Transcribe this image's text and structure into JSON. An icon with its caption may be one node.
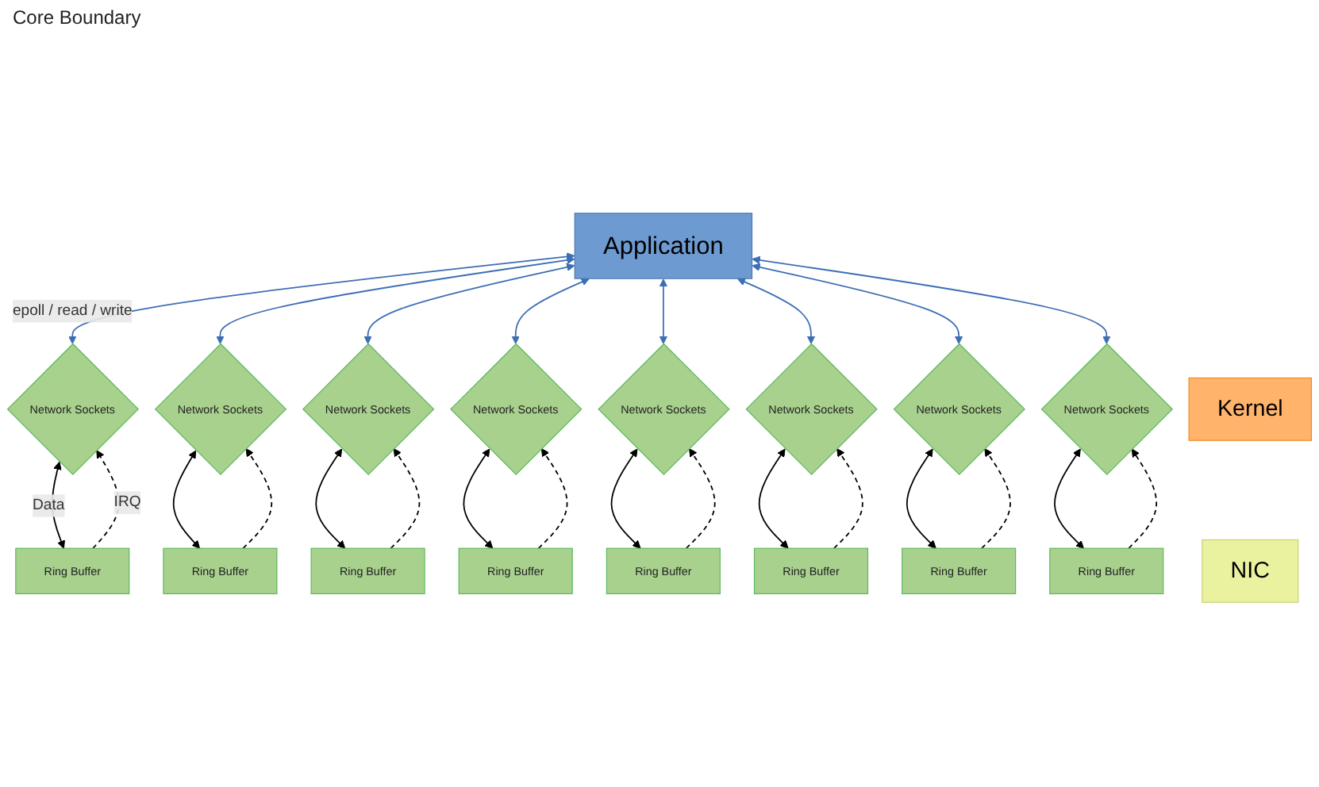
{
  "diagram": {
    "nodes": [
      {
        "text": [
          "Application"
        ]
      },
      {
        "text": [
          "Kernel"
        ]
      },
      {
        "text": [
          "NIC"
        ]
      },
      {
        "text": [
          "Network Sockets"
        ]
      },
      {
        "text": [
          "Network Sockets"
        ]
      },
      {
        "text": [
          "Network Sockets"
        ]
      },
      {
        "text": [
          "Network Sockets"
        ]
      },
      {
        "text": [
          "Network Sockets"
        ]
      },
      {
        "text": [
          "Network Sockets"
        ]
      },
      {
        "text": [
          "Network Sockets"
        ]
      },
      {
        "text": [
          "Network Sockets"
        ]
      },
      {
        "text": [
          "Ring Buffer"
        ]
      },
      {
        "text": [
          "Ring Buffer"
        ]
      },
      {
        "text": [
          "Ring Buffer"
        ]
      },
      {
        "text": [
          "Ring Buffer"
        ]
      },
      {
        "text": [
          "Ring Buffer"
        ]
      },
      {
        "text": [
          "Ring Buffer"
        ]
      },
      {
        "text": [
          "Ring Buffer"
        ]
      },
      {
        "text": [
          "Ring Buffer"
        ]
      }
    ],
    "edges": [
      {
        "from": 0,
        "to": 3,
        "arrow": "both",
        "label": "epoll / read / write",
        "color": "#3d6eb5"
      },
      {
        "from": 0,
        "to": 4,
        "arrow": "both",
        "color": "#3d6eb5"
      },
      {
        "from": 0,
        "to": 5,
        "arrow": "both",
        "color": "#3d6eb5"
      },
      {
        "from": 0,
        "to": 6,
        "arrow": "both",
        "color": "#3d6eb5"
      },
      {
        "from": 0,
        "to": 7,
        "arrow": "both",
        "color": "#3d6eb5"
      },
      {
        "from": 0,
        "to": 8,
        "arrow": "both",
        "color": "#3d6eb5"
      },
      {
        "from": 0,
        "to": 9,
        "arrow": "both",
        "color": "#3d6eb5"
      },
      {
        "from": 0,
        "to": 10,
        "arrow": "both",
        "color": "#3d6eb5"
      },
      {
        "from": 3,
        "to": 11,
        "arrow": "both",
        "label": "Data"
      },
      {
        "from": 11,
        "to": 3,
        "arrow": "to",
        "style": "dashed",
        "label": "IRQ"
      },
      {
        "from": 4,
        "to": 12,
        "arrow": "both"
      },
      {
        "from": 12,
        "to": 4,
        "arrow": "to",
        "style": "dashed"
      },
      {
        "from": 5,
        "to": 13,
        "arrow": "both"
      },
      {
        "from": 13,
        "to": 5,
        "arrow": "to",
        "style": "dashed"
      },
      {
        "from": 6,
        "to": 14,
        "arrow": "both"
      },
      {
        "from": 14,
        "to": 6,
        "arrow": "to",
        "style": "dashed"
      },
      {
        "from": 7,
        "to": 15,
        "arrow": "both"
      },
      {
        "from": 15,
        "to": 7,
        "arrow": "to",
        "style": "dashed"
      },
      {
        "from": 8,
        "to": 16,
        "arrow": "both"
      },
      {
        "from": 16,
        "to": 8,
        "arrow": "to",
        "style": "dashed"
      },
      {
        "from": 9,
        "to": 17,
        "arrow": "both"
      },
      {
        "from": 17,
        "to": 9,
        "arrow": "to",
        "style": "dashed"
      },
      {
        "from": 10,
        "to": 18,
        "arrow": "both"
      },
      {
        "from": 18,
        "to": 10,
        "arrow": "to",
        "style": "dashed"
      }
    ],
    "labels": [
      "Core Boundary"
    ]
  }
}
